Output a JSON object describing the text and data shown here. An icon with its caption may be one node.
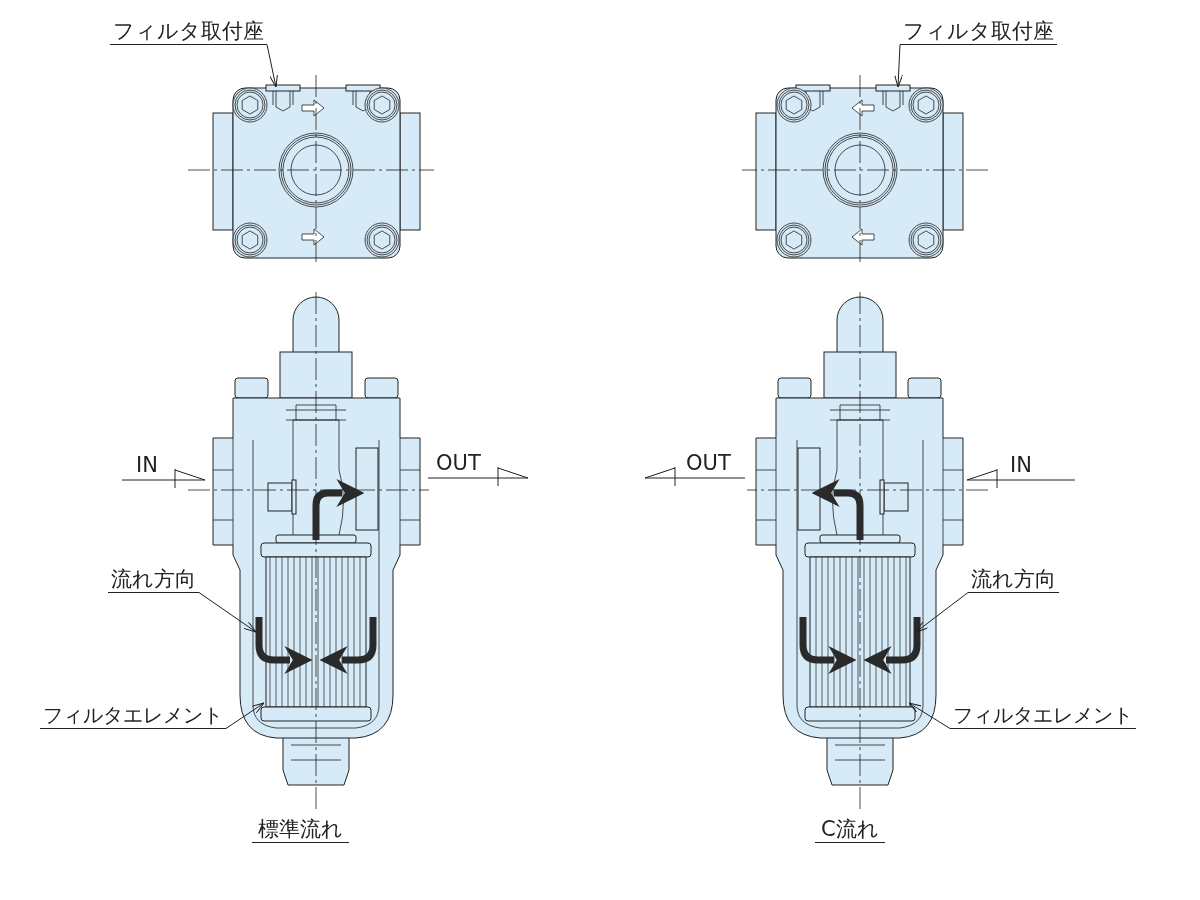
{
  "diagram": {
    "nodes": [
      {
        "text": [
          "フィルタ取付座"
        ]
      },
      {
        "text": [
          "フィルタ取付座"
        ]
      },
      {
        "text": [
          "流れ方向"
        ]
      },
      {
        "text": [
          "フィルタエレメント"
        ]
      },
      {
        "text": [
          "流れ方向"
        ]
      },
      {
        "text": [
          "フィルタエレメント"
        ]
      }
    ],
    "edges": [
      {
        "from": 0,
        "to": null,
        "arrow": "to"
      },
      {
        "from": 1,
        "to": null,
        "arrow": "to"
      },
      {
        "from": 2,
        "to": null,
        "arrow": "to"
      },
      {
        "from": 3,
        "to": null,
        "arrow": "to"
      },
      {
        "from": 4,
        "to": null,
        "arrow": "to"
      },
      {
        "from": 5,
        "to": null,
        "arrow": "to"
      }
    ],
    "labels": [
      "IN",
      "OUT",
      "OUT",
      "IN",
      "標準流れ",
      "C流れ"
    ]
  }
}
